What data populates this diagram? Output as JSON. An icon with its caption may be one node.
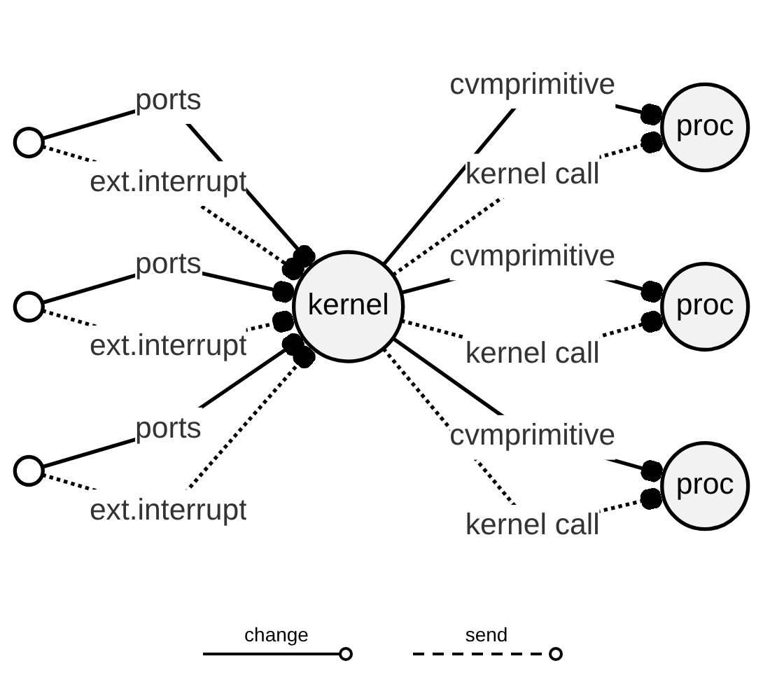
{
  "diagram": {
    "nodes": [
      {
        "text": [],
        "shape": "circle"
      },
      {
        "text": [
          "proc"
        ]
      },
      {
        "text": [],
        "shape": "circle"
      },
      {
        "text": [
          "kernel"
        ]
      },
      {
        "text": [
          "proc"
        ]
      },
      {
        "text": [],
        "shape": "circle"
      },
      {
        "text": [
          "proc"
        ]
      }
    ],
    "edges": [
      {
        "from": 0,
        "to": 3,
        "arrow": "other",
        "label": "ports"
      },
      {
        "from": 0,
        "to": 3,
        "arrow": "other",
        "label": "ext.interrupt",
        "style": "dashed"
      },
      {
        "from": 2,
        "to": 3,
        "arrow": "other",
        "label": "ports"
      },
      {
        "from": 2,
        "to": 3,
        "arrow": "other",
        "label": "ext.interrupt",
        "style": "dashed"
      },
      {
        "from": 5,
        "to": 3,
        "arrow": "other",
        "label": "ports"
      },
      {
        "from": 5,
        "to": 3,
        "arrow": "other",
        "label": "ext.interrupt",
        "style": "dashed"
      },
      {
        "from": 3,
        "to": 1,
        "arrow": "other",
        "label": "cvmprimitive"
      },
      {
        "from": 3,
        "to": 1,
        "arrow": "other",
        "label": "kernel call",
        "style": "dashed"
      },
      {
        "from": 3,
        "to": 4,
        "arrow": "other",
        "label": "cvmprimitive"
      },
      {
        "from": 3,
        "to": 4,
        "arrow": "other",
        "label": "kernel call",
        "style": "dashed"
      },
      {
        "from": 3,
        "to": 6,
        "arrow": "other",
        "label": "cvmprimitive"
      },
      {
        "from": 3,
        "to": 6,
        "arrow": "other",
        "label": "kernel call",
        "style": "dashed"
      }
    ],
    "legend": [
      {
        "text": "change"
      },
      {
        "text": "send"
      }
    ]
  }
}
